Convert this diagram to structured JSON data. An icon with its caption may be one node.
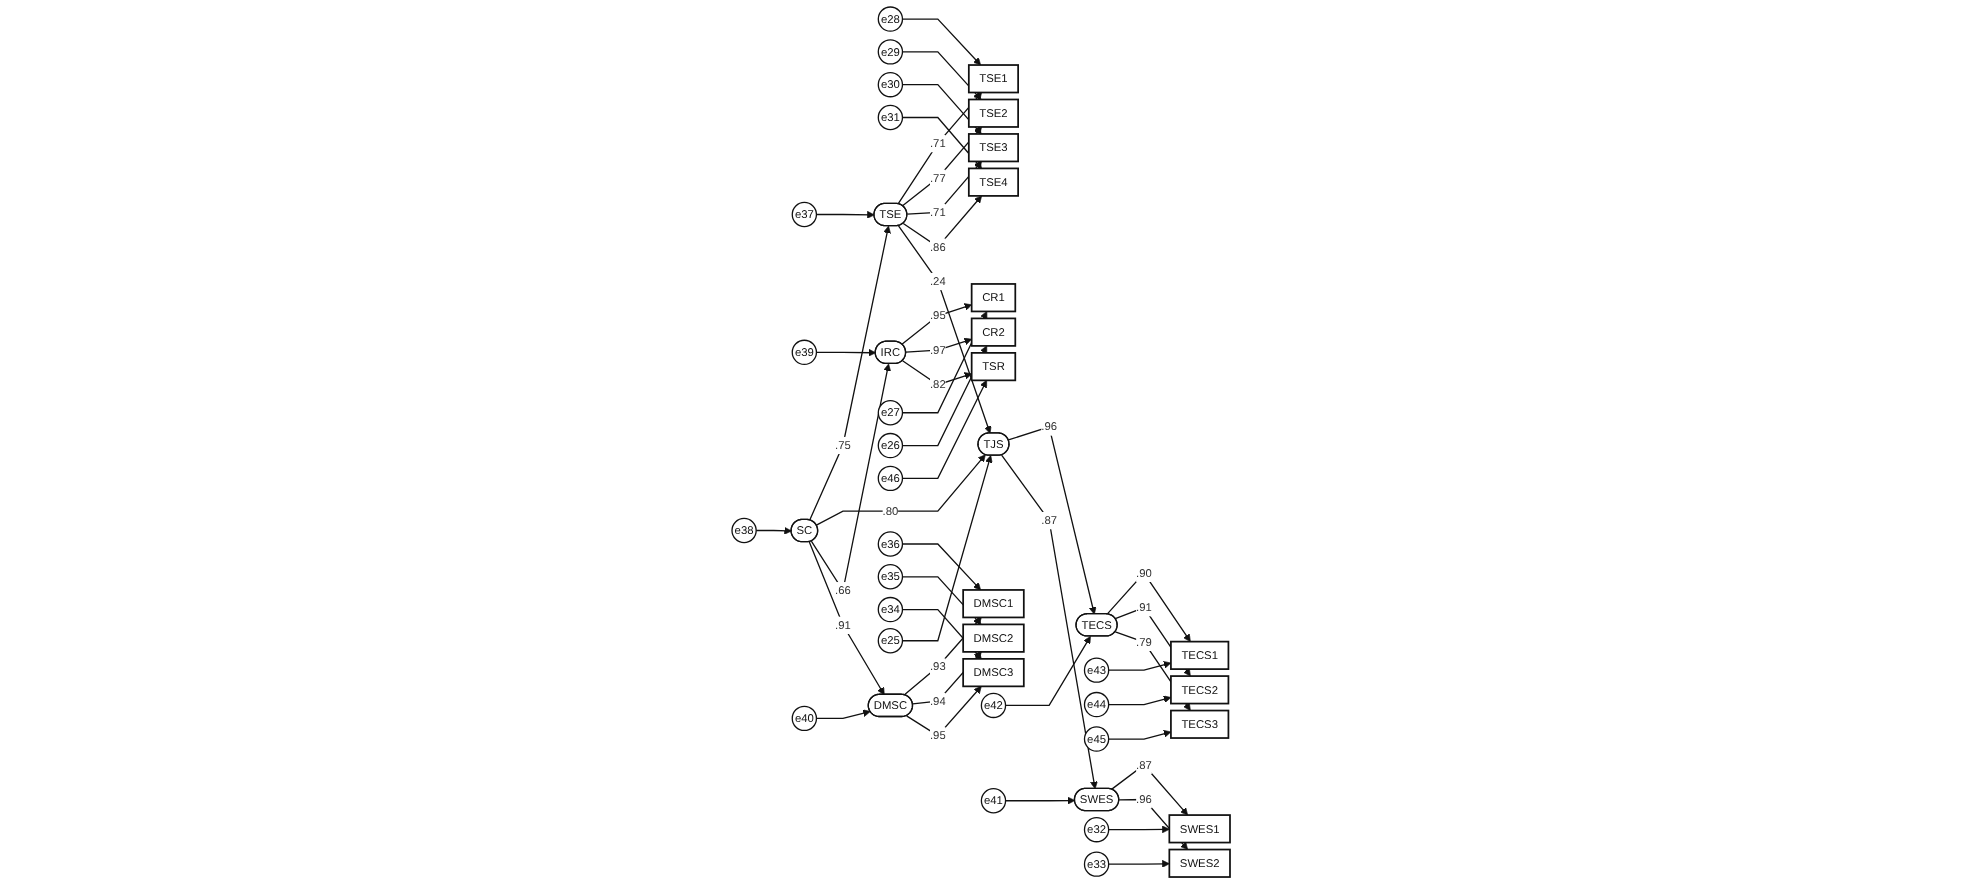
{
  "diagram": {
    "nodes": [
      {
        "text": [
          "e28"
        ]
      },
      {
        "text": [
          "e29"
        ]
      },
      {
        "text": [
          "e30"
        ]
      },
      {
        "text": [
          "e31"
        ]
      },
      {
        "text": [
          "TSE1"
        ]
      },
      {
        "text": [
          "TSE2"
        ]
      },
      {
        "text": [
          "TSE3"
        ]
      },
      {
        "text": [
          "TSE4"
        ]
      },
      {
        "text": [
          "TSE"
        ]
      },
      {
        "text": [
          "e37"
        ]
      },
      {
        "text": [
          "e39"
        ]
      },
      {
        "text": [
          "IRC"
        ]
      },
      {
        "text": [
          "e27"
        ]
      },
      {
        "text": [
          "CR1"
        ]
      },
      {
        "text": [
          "e26"
        ]
      },
      {
        "text": [
          "CR2"
        ]
      },
      {
        "text": [
          "e46"
        ]
      },
      {
        "text": [
          "TSR"
        ]
      },
      {
        "text": [
          "e38"
        ]
      },
      {
        "text": [
          "SC"
        ]
      },
      {
        "text": [
          "e40"
        ]
      },
      {
        "text": [
          "DMSC"
        ]
      },
      {
        "text": [
          "e36"
        ]
      },
      {
        "text": [
          "DMSC1"
        ]
      },
      {
        "text": [
          "e35"
        ]
      },
      {
        "text": [
          "DMSC2"
        ]
      },
      {
        "text": [
          "e34"
        ]
      },
      {
        "text": [
          "DMSC3"
        ]
      },
      {
        "text": [
          "e25"
        ]
      },
      {
        "text": [
          "TJS"
        ]
      },
      {
        "text": [
          "e42"
        ]
      },
      {
        "text": [
          "TECS"
        ]
      },
      {
        "text": [
          "TECS1"
        ]
      },
      {
        "text": [
          "e43"
        ]
      },
      {
        "text": [
          "TECS2"
        ]
      },
      {
        "text": [
          "e44"
        ]
      },
      {
        "text": [
          "TECS3"
        ]
      },
      {
        "text": [
          "e45"
        ]
      },
      {
        "text": [
          "e41"
        ]
      },
      {
        "text": [
          "SWES"
        ]
      },
      {
        "text": [
          "SWES1"
        ]
      },
      {
        "text": [
          "e32"
        ]
      },
      {
        "text": [
          "SWES2"
        ]
      },
      {
        "text": [
          "e33"
        ]
      }
    ],
    "edges": [
      {
        "from": 0,
        "to": 4,
        "arrow": "to"
      },
      {
        "from": 1,
        "to": 5,
        "arrow": "to"
      },
      {
        "from": 2,
        "to": 6,
        "arrow": "to"
      },
      {
        "from": 3,
        "to": 7,
        "arrow": "to"
      },
      {
        "from": 8,
        "to": 4,
        "arrow": "to",
        "label": ".71"
      },
      {
        "from": 8,
        "to": 5,
        "arrow": "to",
        "label": ".77"
      },
      {
        "from": 8,
        "to": 6,
        "arrow": "to",
        "label": ".71"
      },
      {
        "from": 8,
        "to": 7,
        "arrow": "to",
        "label": ".86"
      },
      {
        "from": 9,
        "to": 8,
        "arrow": "to"
      },
      {
        "from": 19,
        "to": 8,
        "arrow": "to",
        "label": ".75"
      },
      {
        "from": 8,
        "to": 29,
        "arrow": "to",
        "label": ".24"
      },
      {
        "from": 19,
        "to": 29,
        "arrow": "to",
        "label": ".80"
      },
      {
        "from": 18,
        "to": 19,
        "arrow": "to"
      },
      {
        "from": 19,
        "to": 11,
        "arrow": "to",
        "label": ".66"
      },
      {
        "from": 19,
        "to": 21,
        "arrow": "to",
        "label": ".91"
      },
      {
        "from": 10,
        "to": 11,
        "arrow": "to"
      },
      {
        "from": 11,
        "to": 13,
        "arrow": "to",
        "label": ".95"
      },
      {
        "from": 11,
        "to": 15,
        "arrow": "to",
        "label": ".97"
      },
      {
        "from": 11,
        "to": 17,
        "arrow": "to",
        "label": ".82"
      },
      {
        "from": 12,
        "to": 13,
        "arrow": "to"
      },
      {
        "from": 14,
        "to": 15,
        "arrow": "to"
      },
      {
        "from": 16,
        "to": 17,
        "arrow": "to"
      },
      {
        "from": 20,
        "to": 21,
        "arrow": "to"
      },
      {
        "from": 21,
        "to": 23,
        "arrow": "to",
        "label": ".93"
      },
      {
        "from": 21,
        "to": 25,
        "arrow": "to",
        "label": ".94"
      },
      {
        "from": 21,
        "to": 27,
        "arrow": "to",
        "label": ".95"
      },
      {
        "from": 22,
        "to": 23,
        "arrow": "to"
      },
      {
        "from": 24,
        "to": 25,
        "arrow": "to"
      },
      {
        "from": 26,
        "to": 27,
        "arrow": "to"
      },
      {
        "from": 28,
        "to": 29,
        "arrow": "to"
      },
      {
        "from": 29,
        "to": 31,
        "arrow": "to",
        "label": ".96"
      },
      {
        "from": 29,
        "to": 39,
        "arrow": "to",
        "label": ".87"
      },
      {
        "from": 30,
        "to": 31,
        "arrow": "to"
      },
      {
        "from": 31,
        "to": 32,
        "arrow": "to",
        "label": ".90"
      },
      {
        "from": 31,
        "to": 34,
        "arrow": "to",
        "label": ".91"
      },
      {
        "from": 31,
        "to": 36,
        "arrow": "to",
        "label": ".79"
      },
      {
        "from": 33,
        "to": 32,
        "arrow": "to"
      },
      {
        "from": 35,
        "to": 34,
        "arrow": "to"
      },
      {
        "from": 37,
        "to": 36,
        "arrow": "to"
      },
      {
        "from": 38,
        "to": 39,
        "arrow": "to"
      },
      {
        "from": 39,
        "to": 40,
        "arrow": "to",
        "label": ".87"
      },
      {
        "from": 39,
        "to": 42,
        "arrow": "to",
        "label": ".96"
      },
      {
        "from": 41,
        "to": 40,
        "arrow": "to"
      },
      {
        "from": 43,
        "to": 42,
        "arrow": "to"
      }
    ]
  }
}
